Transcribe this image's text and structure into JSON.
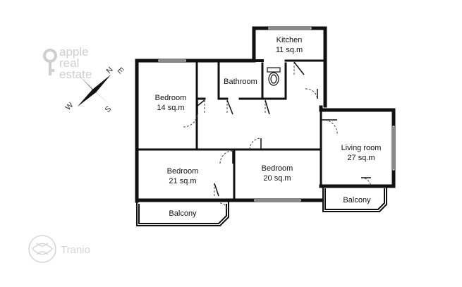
{
  "logo": {
    "lines": [
      "apple",
      "real",
      "estate"
    ]
  },
  "compass": {
    "n": "N",
    "e": "E",
    "s": "S",
    "w": "W"
  },
  "rooms": {
    "kitchen": {
      "name": "Kitchen",
      "area": "11 sq.m"
    },
    "bathroom": {
      "name": "Bathroom"
    },
    "bedroom_14": {
      "name": "Bedroom",
      "area": "14 sq.m"
    },
    "bedroom_21": {
      "name": "Bedroom",
      "area": "21 sq.m"
    },
    "bedroom_20": {
      "name": "Bedroom",
      "area": "20 sq.m"
    },
    "living_room": {
      "name": "Living room",
      "area": "27 sq.m"
    },
    "balcony_left": {
      "name": "Balcony"
    },
    "balcony_right": {
      "name": "Balcony"
    }
  },
  "watermark": {
    "text": "Tranio"
  },
  "colors": {
    "wall": "#111111",
    "logo": "#cfcfcf",
    "watermark": "#d6d6d6"
  }
}
